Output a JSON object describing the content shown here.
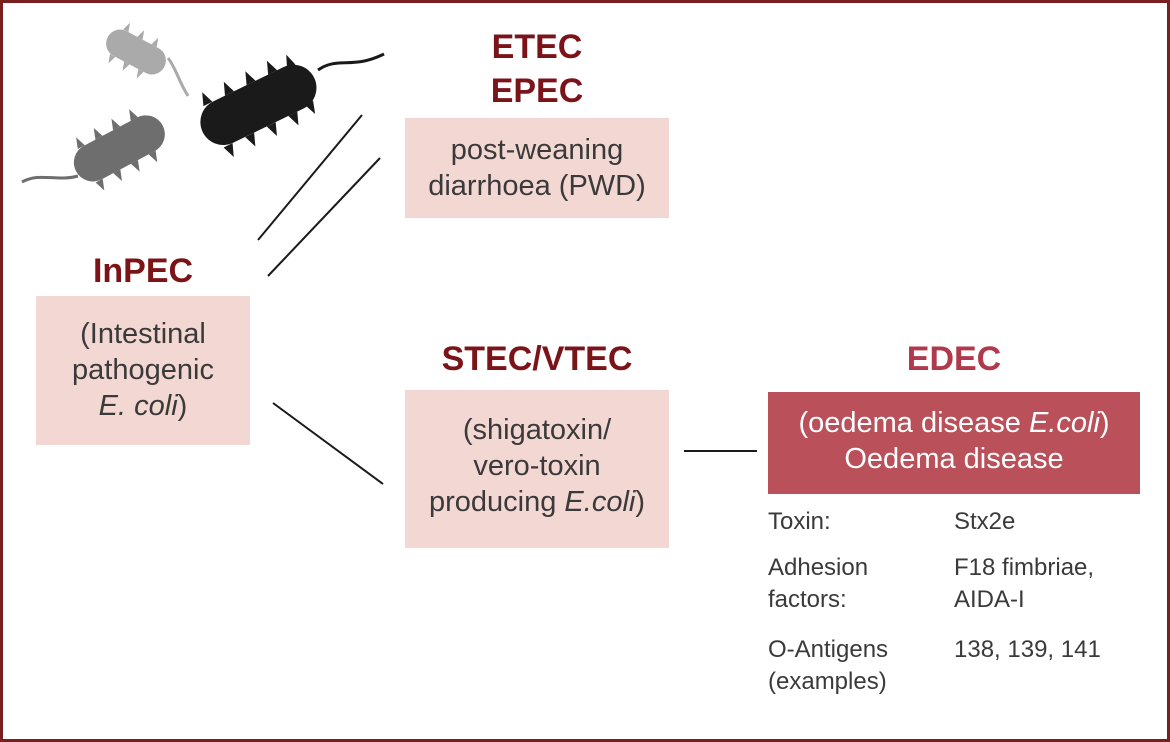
{
  "colors": {
    "frame": "#7a1f1f",
    "heading": "#7a1418",
    "box_fill": "#f3d7d3",
    "edec_fill": "#b9505a",
    "edec_heading": "#b03a4c",
    "text": "#3a3a3a"
  },
  "icons": [
    "bacterium-light-icon",
    "bacterium-grey-icon",
    "bacterium-black-icon"
  ],
  "inpec": {
    "heading": "InPEC",
    "line1": "(Intestinal",
    "line2": "pathogenic",
    "line3_italic": "E. coli",
    "line3_suffix": ")"
  },
  "etec_epec": {
    "heading1": "ETEC",
    "heading2": "EPEC",
    "line1": "post-weaning",
    "line2": "diarrhoea (PWD)"
  },
  "stec": {
    "heading": "STEC/VTEC",
    "line1": "(shigatoxin/",
    "line2": "vero-toxin",
    "line3_prefix": "producing ",
    "line3_italic": "E.coli",
    "line3_suffix": ")"
  },
  "edec": {
    "heading": "EDEC",
    "line1_prefix": "(oedema disease ",
    "line1_italic": "E.coli",
    "line1_suffix": ")",
    "line2": "Oedema disease",
    "rows": [
      {
        "label": [
          "Toxin:"
        ],
        "value": [
          "Stx2e"
        ]
      },
      {
        "label": [
          "Adhesion",
          "factors:"
        ],
        "value": [
          "F18 fimbriae,",
          "AIDA-I"
        ]
      },
      {
        "label": [
          "O-Antigens",
          "(examples)"
        ],
        "value": [
          "138, 139, 141"
        ]
      }
    ]
  }
}
